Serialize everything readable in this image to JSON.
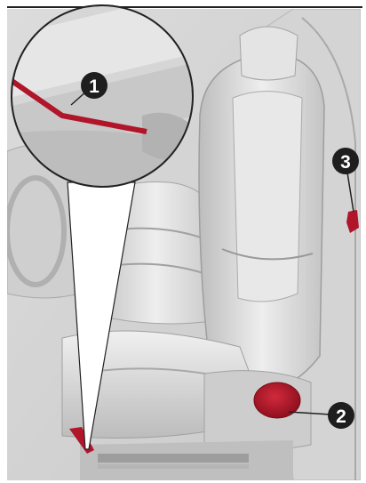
{
  "callouts": [
    {
      "id": "1",
      "label": "1"
    },
    {
      "id": "2",
      "label": "2"
    },
    {
      "id": "3",
      "label": "3"
    }
  ],
  "colors": {
    "highlight": "#b0152a",
    "callout_fill": "#1e1e1e",
    "callout_text": "#ffffff",
    "background": "#d9d9d9",
    "line": "#222222"
  }
}
